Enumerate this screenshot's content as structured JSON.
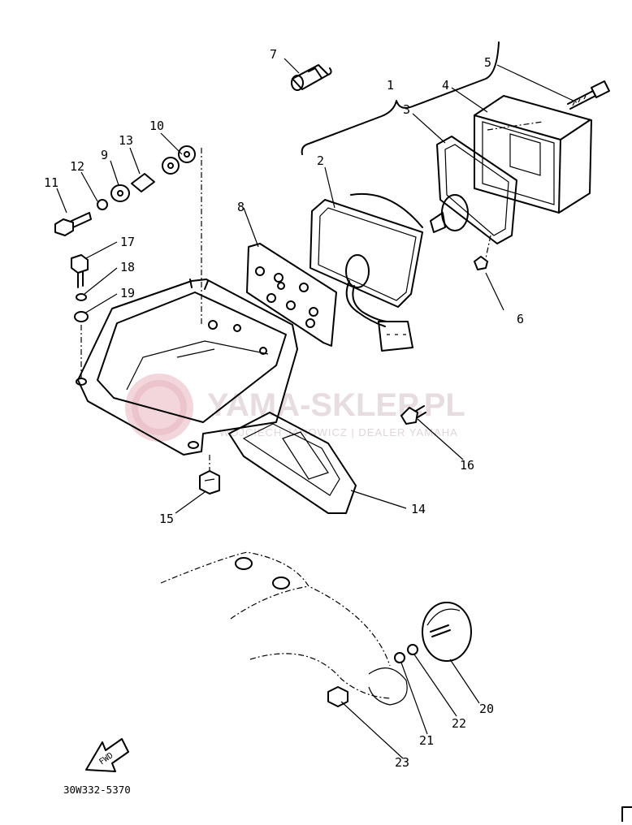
{
  "diagram": {
    "watermark": {
      "brand": "YAMA-SKLEP.PL",
      "tagline": "WOJCIECH JANOWICZ | DEALER YAMAHA"
    },
    "part_code": "30W332-5370",
    "fwd_label": "FWD",
    "callouts": [
      {
        "id": "c1",
        "text": "1"
      },
      {
        "id": "c2",
        "text": "2"
      },
      {
        "id": "c3",
        "text": "3"
      },
      {
        "id": "c4",
        "text": "4"
      },
      {
        "id": "c5",
        "text": "5"
      },
      {
        "id": "c6",
        "text": "6"
      },
      {
        "id": "c7",
        "text": "7"
      },
      {
        "id": "c8",
        "text": "8"
      },
      {
        "id": "c9",
        "text": "9"
      },
      {
        "id": "c10",
        "text": "10"
      },
      {
        "id": "c11",
        "text": "11"
      },
      {
        "id": "c12",
        "text": "12"
      },
      {
        "id": "c13",
        "text": "13"
      },
      {
        "id": "c14",
        "text": "14"
      },
      {
        "id": "c15",
        "text": "15"
      },
      {
        "id": "c16",
        "text": "16"
      },
      {
        "id": "c17",
        "text": "17"
      },
      {
        "id": "c18",
        "text": "18"
      },
      {
        "id": "c19",
        "text": "19"
      },
      {
        "id": "c20",
        "text": "20"
      },
      {
        "id": "c21",
        "text": "21"
      },
      {
        "id": "c22",
        "text": "22"
      },
      {
        "id": "c23",
        "text": "23"
      }
    ]
  }
}
